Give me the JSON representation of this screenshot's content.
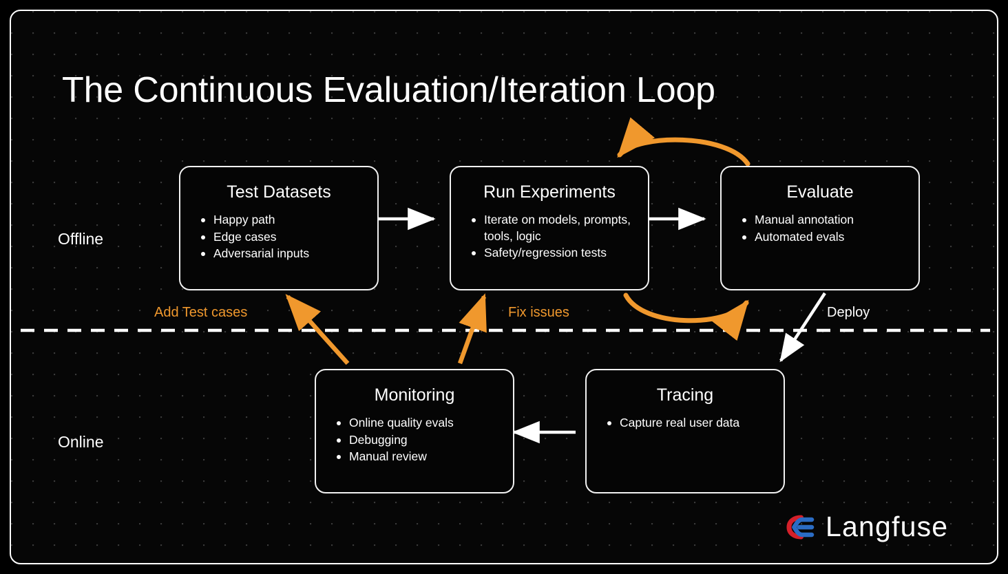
{
  "slide": {
    "title": "The Continuous Evaluation/Iteration Loop",
    "background_color": "#000000",
    "frame_color": "#ffffff",
    "accent_color": "#f0982d"
  },
  "phases": [
    {
      "id": "offline",
      "label": "Offline"
    },
    {
      "id": "online",
      "label": "Online"
    }
  ],
  "nodes": [
    {
      "id": "test-datasets",
      "title": "Test Datasets",
      "items": [
        "Happy path",
        "Edge cases",
        "Adversarial inputs"
      ]
    },
    {
      "id": "run-experiments",
      "title": "Run Experiments",
      "items": [
        "Iterate on models, prompts, tools, logic",
        "Safety/regression tests"
      ]
    },
    {
      "id": "evaluate",
      "title": "Evaluate",
      "items": [
        "Manual annotation",
        "Automated evals"
      ]
    },
    {
      "id": "monitoring",
      "title": "Monitoring",
      "items": [
        "Online quality evals",
        "Debugging",
        "Manual review"
      ]
    },
    {
      "id": "tracing",
      "title": "Tracing",
      "items": [
        "Capture real user data"
      ]
    }
  ],
  "edge_labels": {
    "add_test_cases": "Add Test cases",
    "fix_issues": "Fix issues",
    "deploy": "Deploy"
  },
  "logo": {
    "name": "langfuse-logo",
    "wordmark": "Langfuse",
    "mark_colors": [
      "#d4202a",
      "#2b6cc4"
    ]
  }
}
